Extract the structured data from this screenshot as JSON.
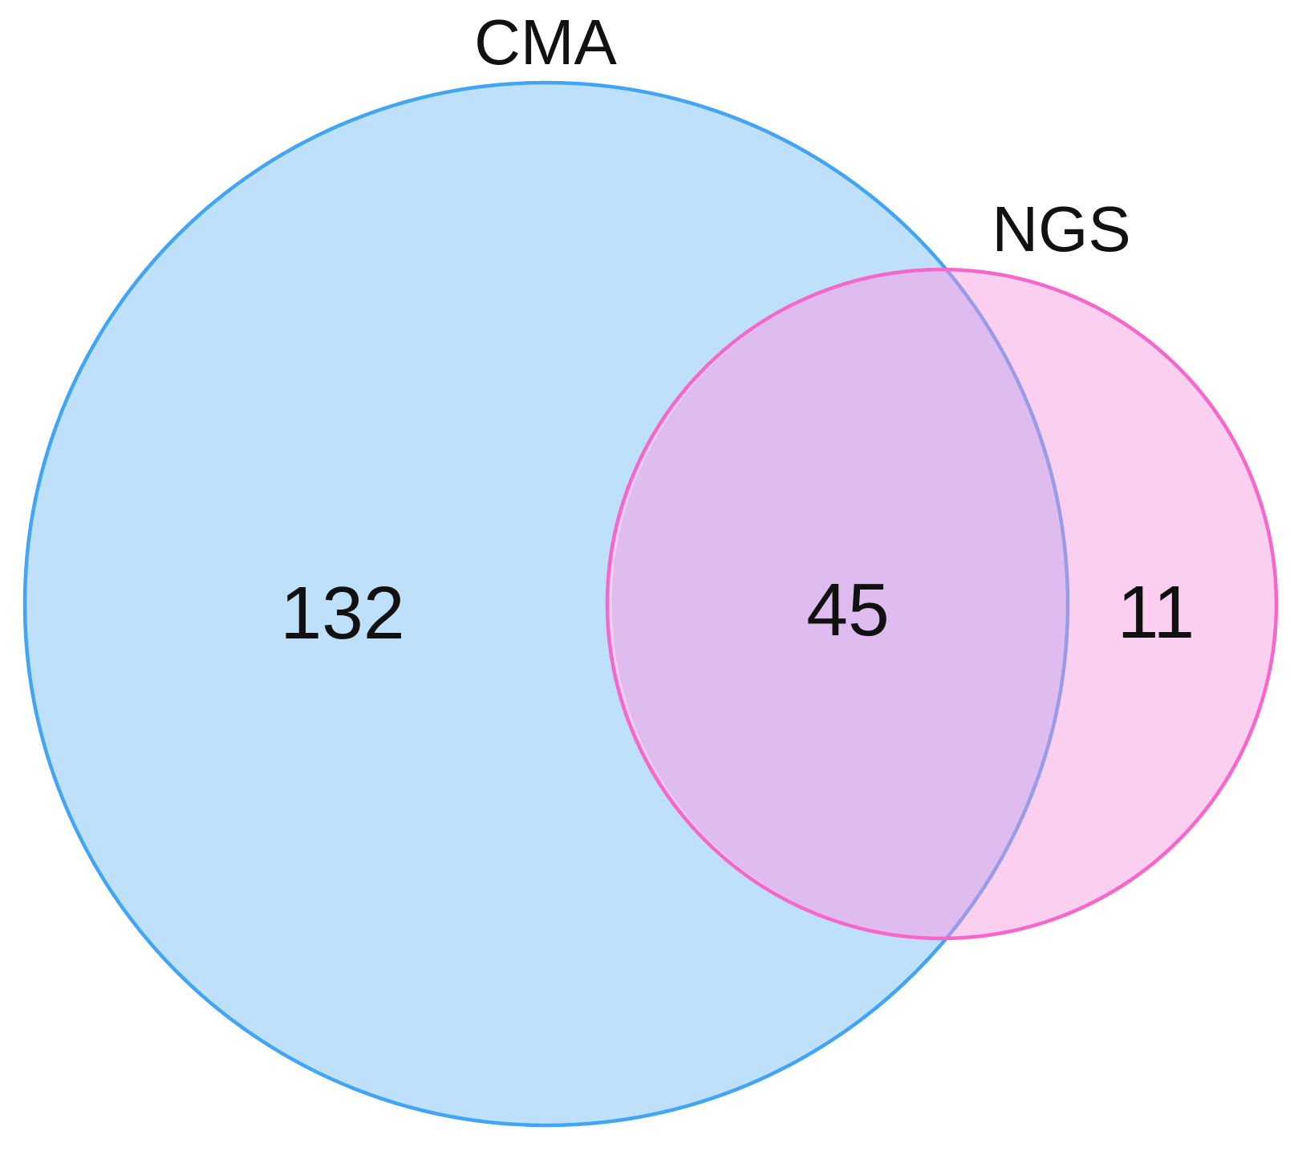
{
  "chart_data": {
    "type": "venn",
    "title": "",
    "sets": [
      {
        "label": "CMA",
        "exclusive_count": "132"
      },
      {
        "label": "NGS",
        "exclusive_count": "11"
      }
    ],
    "intersection": {
      "between": [
        "CMA",
        "NGS"
      ],
      "count": "45"
    },
    "colors": {
      "background": "#ffffff",
      "cma_fill": "#BEE0FB",
      "cma_stroke": "#41A4F5",
      "ngs_fill": "#FBCFEF",
      "ngs_stroke": "#F767CB",
      "overlap_fill": "#DFBCEF",
      "cma_stroke_inside_ngs": "#999BE8",
      "text": "#111111"
    },
    "layout_hints": {
      "legend": "none",
      "grid": false,
      "labels_position": "above-circles",
      "counts_position": "inside-regions"
    }
  }
}
